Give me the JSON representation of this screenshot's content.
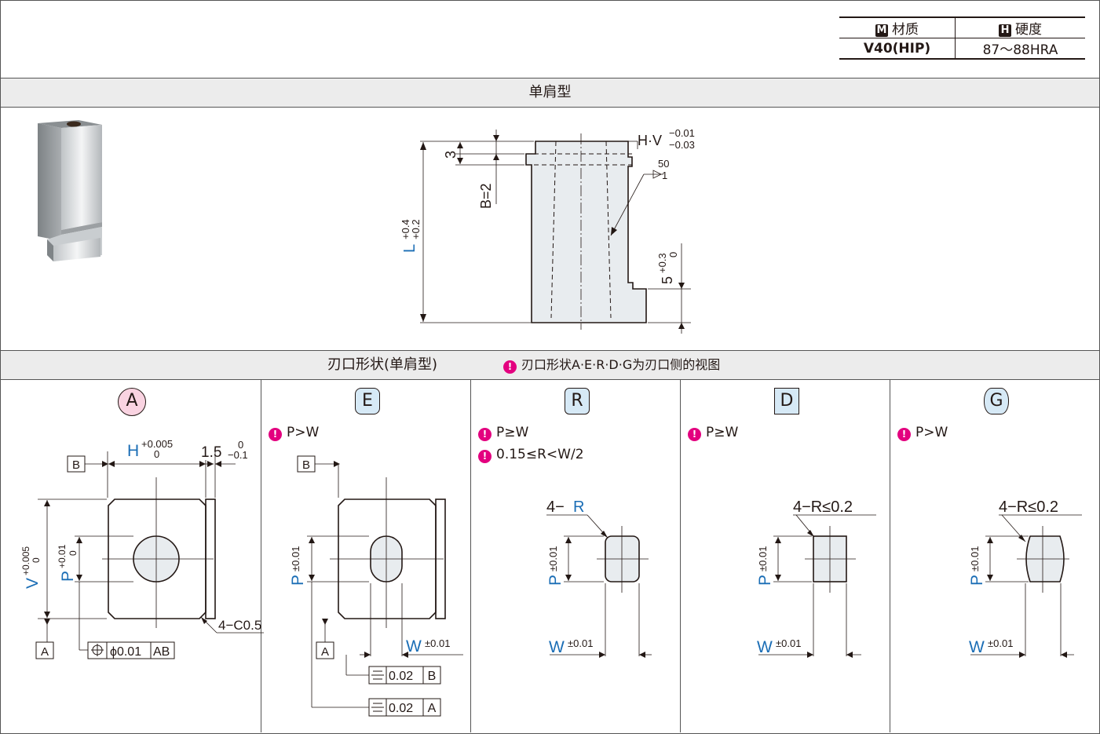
{
  "material_table": {
    "material_badge": "M",
    "material_header": "材质",
    "hardness_badge": "H",
    "hardness_header": "硬度",
    "material_value": "V40(HIP)",
    "hardness_value": "87～88HRA"
  },
  "section1": {
    "title": "单肩型"
  },
  "section2": {
    "title": "刃口形状(单肩型)",
    "note": "刃口形状A·E·R·D·G为刃口侧的视图"
  },
  "side_view": {
    "l_label": "L",
    "l_tol_upper": "+0.4",
    "l_tol_lower": "+0.2",
    "b_label": "B=2",
    "dim_3": "3",
    "hv_label": "H·V",
    "hv_tol_upper": "−0.01",
    "hv_tol_lower": "−0.03",
    "taper_top": "50",
    "taper_bottom": "1",
    "shoulder_label": "5",
    "shoulder_tol_upper": "+0.3",
    "shoulder_tol_lower": "0"
  },
  "shapes": [
    {
      "letter": "A",
      "badge_color": "#f9d3e1",
      "conditions": [],
      "labels": {
        "h": "H",
        "h_tol_upper": "+0.005",
        "h_tol_lower": "0",
        "w15": "1.5",
        "w15_tol_upper": "0",
        "w15_tol_lower": "−0.1",
        "v": "V",
        "v_tol_upper": "+0.005",
        "v_tol_lower": "0",
        "p": "P",
        "p_tol_upper": "+0.01",
        "p_tol_lower": "0",
        "chamfer": "4−C0.5",
        "datum_b": "B",
        "datum_a": "A",
        "position_tol": "ϕ0.01",
        "position_ref": "AB"
      }
    },
    {
      "letter": "E",
      "badge_color": "#d6e9f6",
      "conditions": [
        "P>W"
      ],
      "labels": {
        "p": "P",
        "p_tol": "±0.01",
        "w": "W",
        "w_tol": "±0.01",
        "datum_b": "B",
        "datum_a": "A",
        "sym1": "0.02",
        "sym1_ref": "B",
        "sym2": "0.02",
        "sym2_ref": "A"
      }
    },
    {
      "letter": "R",
      "badge_color": "#d6e9f6",
      "conditions": [
        "P≥W",
        "0.15≤R<W/2"
      ],
      "labels": {
        "radius": "4−",
        "radius_r": "R",
        "p": "P",
        "p_tol": "±0.01",
        "w": "W",
        "w_tol": "±0.01"
      }
    },
    {
      "letter": "D",
      "badge_color": "#d6e9f6",
      "conditions": [
        "P≥W"
      ],
      "labels": {
        "radius": "4−R≤0.2",
        "p": "P",
        "p_tol": "±0.01",
        "w": "W",
        "w_tol": "±0.01"
      }
    },
    {
      "letter": "G",
      "badge_color": "#d6e9f6",
      "conditions": [
        "P>W"
      ],
      "labels": {
        "radius": "4−R≤0.2",
        "p": "P",
        "p_tol": "±0.01",
        "w": "W",
        "w_tol": "±0.01"
      }
    }
  ],
  "colors": {
    "dimension_blue": "#1a6db5",
    "alert_magenta": "#e3007f",
    "part_fill": "#e8ecef",
    "bar_gray": "#ececec"
  }
}
